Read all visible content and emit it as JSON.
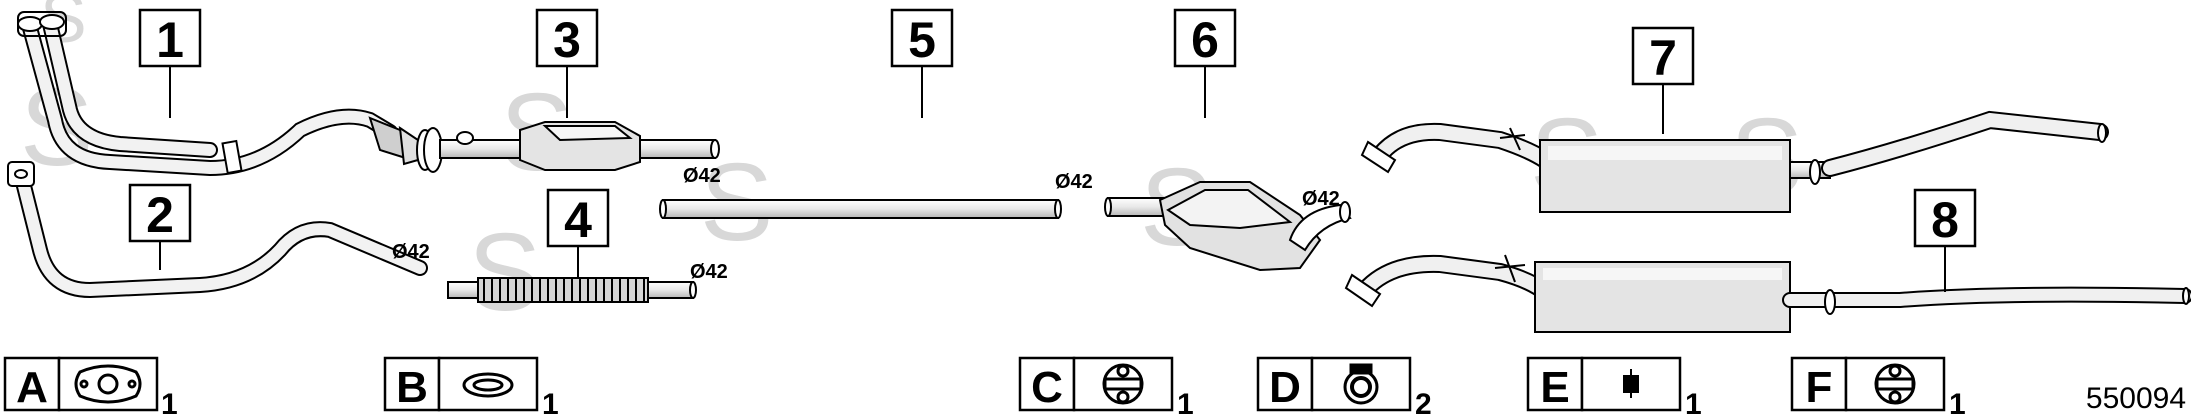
{
  "colors": {
    "ink": "#000000",
    "part_fill": "#e6e6e6",
    "part_shade": "#bdbdbd",
    "watermark": "#c9c9c9"
  },
  "watermark_letter": "S",
  "callouts": [
    "1",
    "2",
    "3",
    "4",
    "5",
    "6",
    "7",
    "8"
  ],
  "dimensions": {
    "d2": "Ø42",
    "d3": "Ø42",
    "d4": "Ø42",
    "d5": "Ø42",
    "d6": "Ø42"
  },
  "legend": [
    {
      "letter": "A",
      "icon": "gasket-icon",
      "qty": "1"
    },
    {
      "letter": "B",
      "icon": "ring-gasket-icon",
      "qty": "1"
    },
    {
      "letter": "C",
      "icon": "rubber-hanger-icon",
      "qty": "1"
    },
    {
      "letter": "D",
      "icon": "pipe-clamp-icon",
      "qty": "2"
    },
    {
      "letter": "E",
      "icon": "rubber-mount-icon",
      "qty": "1"
    },
    {
      "letter": "F",
      "icon": "rubber-hanger-icon",
      "qty": "1"
    }
  ],
  "drawing_number": "550094"
}
